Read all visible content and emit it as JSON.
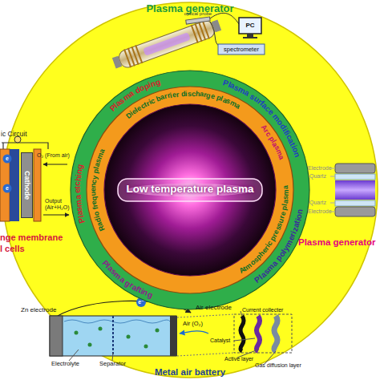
{
  "diagram": {
    "nodes": [
      {
        "text": [
          "Plasma etching",
          "Plasma doping",
          "Plasma surface modification",
          "Plasma polymerization",
          "Plasma grafting"
        ]
      },
      {
        "text": [
          "Radio frequency plasma",
          "Dielectric barrier discharge plasma",
          "Arc plasma",
          "Atmospheric pressure plasma"
        ],
        "in": 0
      },
      {
        "text": [
          "Low temperature plasma"
        ],
        "in": 1
      },
      {
        "text": [
          "Cathode"
        ]
      }
    ],
    "labels": [
      "Plasma generator",
      "optical probe",
      "PC",
      "spectrometer",
      "ic Circuit",
      "e",
      "e",
      "O₂ (From air)",
      "Output (Air+H₂O)",
      "nge membrane",
      "l cells",
      "Electrode",
      "Quartz",
      "Quartz",
      "Electrode",
      "Plasma generator",
      "e⁻",
      "Air electrode",
      "Zn electrode",
      "Air (O₂)",
      "Current collecter",
      "Catalyst",
      "Active layer",
      "Gas diffusion layer",
      "Electrolyte",
      "Separator",
      "Metal air battery"
    ]
  }
}
